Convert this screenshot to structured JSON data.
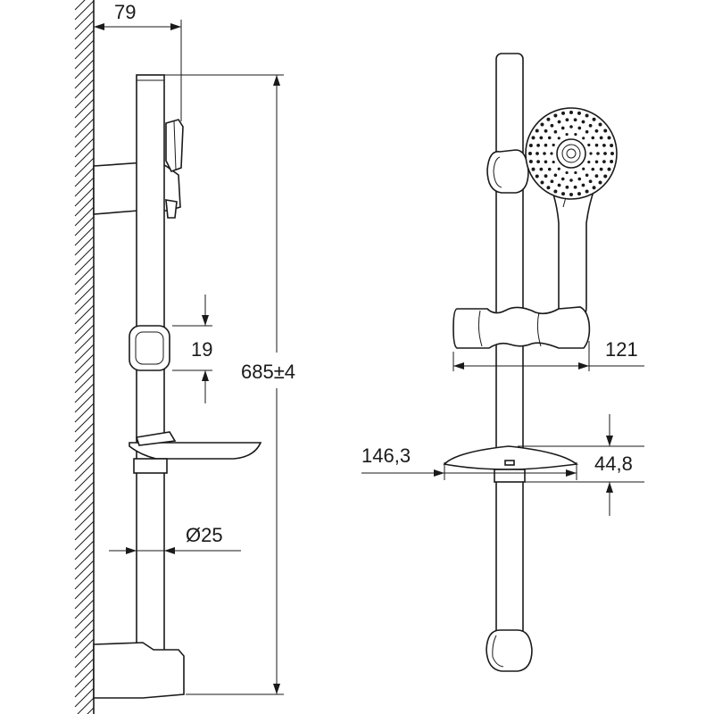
{
  "dimensions": {
    "wall_offset": "79",
    "slider_height": "19",
    "total_height": "685±4",
    "rail_diameter": "Ø25",
    "slider_width": "121",
    "dish_width": "146,3",
    "dish_height": "44,8"
  },
  "colors": {
    "line": "#1a1a1a",
    "background": "#ffffff"
  }
}
